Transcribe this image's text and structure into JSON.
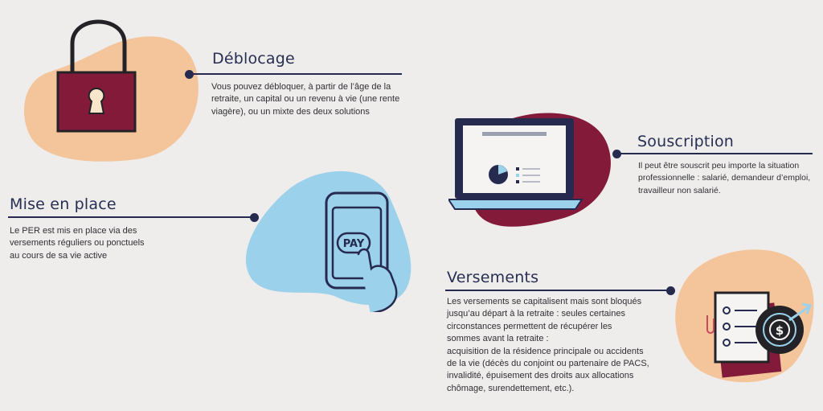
{
  "sections": {
    "deblocage": {
      "title": "Déblocage",
      "lines": [
        "Vous pouvez débloquer, à partir de l’âge de la",
        "retraite, un capital ou un revenu à vie (une rente",
        "viagère), ou un mixte des deux solutions"
      ],
      "icon": "open-padlock-icon"
    },
    "mise_en_place": {
      "title": "Mise en place",
      "lines": [
        "Le PER est mis en place via des",
        "versements réguliers ou ponctuels",
        "au cours de sa vie active"
      ],
      "icon": "smartphone-pay-icon",
      "pay_label": "PAY"
    },
    "souscription": {
      "title": "Souscription",
      "lines": [
        "Il peut être souscrit peu importe la situation",
        "professionnelle : salarié, demandeur d’emploi,",
        "travailleur non salarié."
      ],
      "icon": "laptop-chart-icon"
    },
    "versements": {
      "title": "Versements",
      "lines": [
        "Les versements se capitalisent mais sont bloqués",
        "jusqu’au départ à la retraite : seules certaines",
        "circonstances permettent de récupérer les",
        "sommes avant la retraite :",
        "acquisition de la résidence principale ou accidents",
        "de la vie (décès du conjoint ou partenaire de PACS,",
        "invalidité, épuisement des droits aux allocations",
        "chômage, surendettement, etc.)."
      ],
      "icon": "checklist-target-icon",
      "coin_symbol": "$"
    }
  },
  "colors": {
    "navy": "#262a4e",
    "peach": "#f4c59b",
    "sky": "#9bd1ea",
    "burgundy": "#841a3a",
    "background": "#efedec"
  }
}
